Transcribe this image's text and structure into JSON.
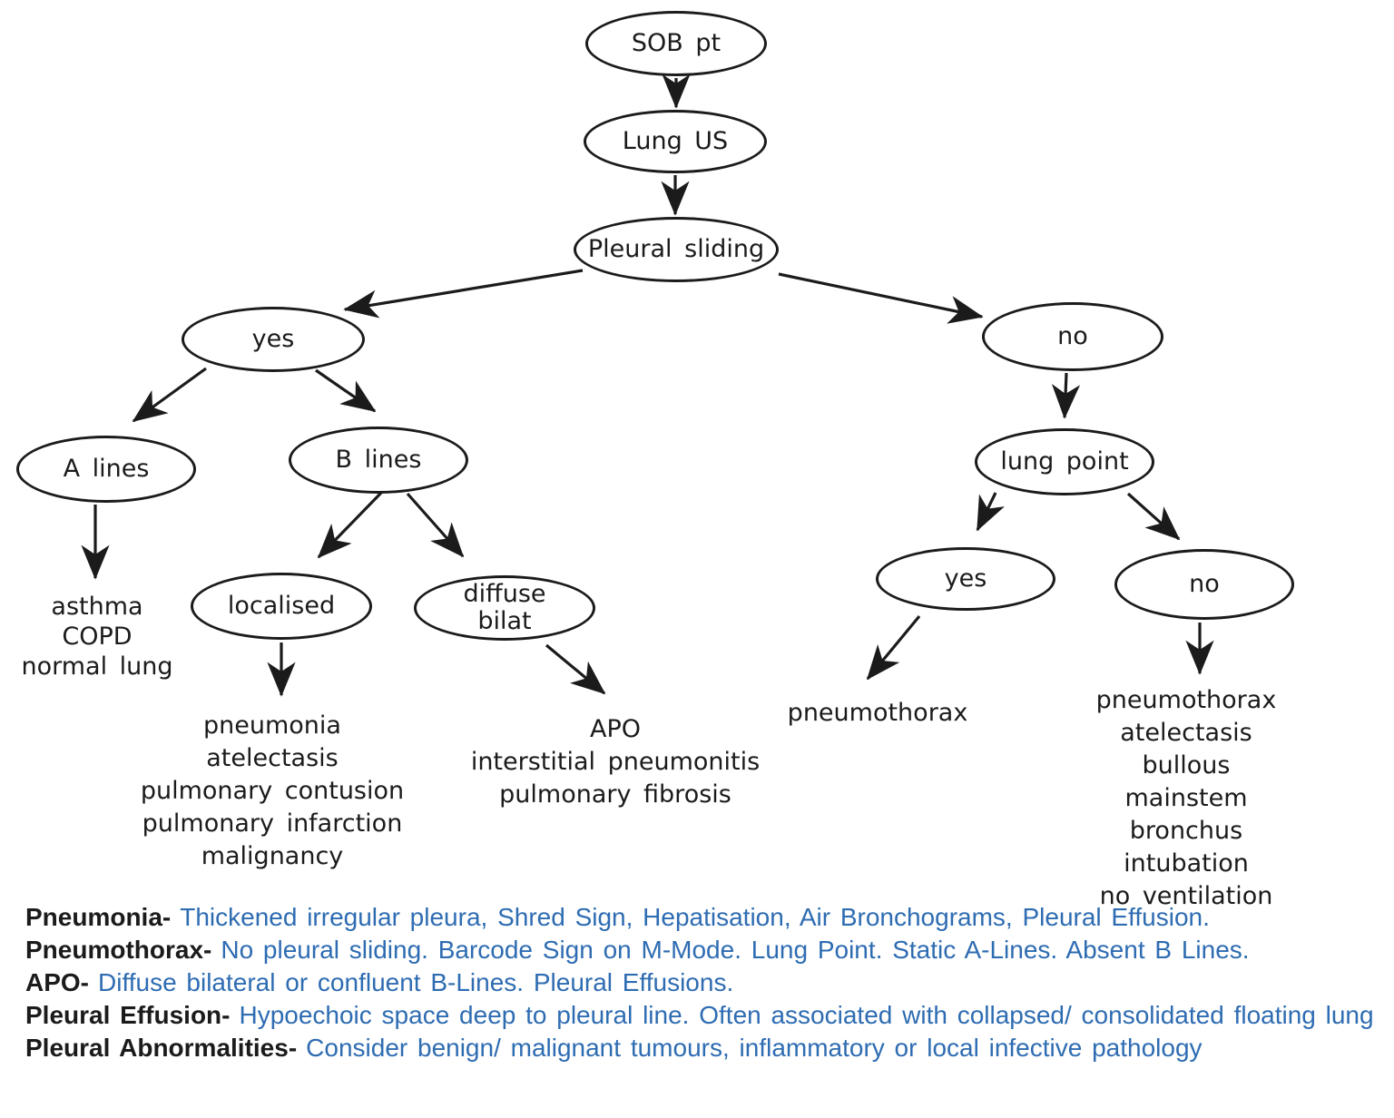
{
  "diagram": {
    "nodes": {
      "sob_pt": {
        "label": "SOB pt"
      },
      "lung_us": {
        "label": "Lung US"
      },
      "pleural_sliding": {
        "label": "Pleural sliding"
      },
      "sliding_yes": {
        "label": "yes"
      },
      "a_lines": {
        "label": "A lines"
      },
      "b_lines": {
        "label": "B lines"
      },
      "localised": {
        "label": "localised"
      },
      "diffuse_bilat": {
        "label": [
          "diffuse",
          "bilat"
        ]
      },
      "sliding_no": {
        "label": "no"
      },
      "lung_point": {
        "label": "lung point"
      },
      "lung_point_yes": {
        "label": "yes"
      },
      "lung_point_no": {
        "label": "no"
      }
    },
    "outcomes": {
      "a_lines": [
        "asthma",
        "COPD",
        "normal lung"
      ],
      "localised": [
        "pneumonia",
        "atelectasis",
        "pulmonary contusion",
        "pulmonary infarction",
        "malignancy"
      ],
      "diffuse_bilat": [
        "APO",
        "interstitial pneumonitis",
        "pulmonary fibrosis"
      ],
      "lung_point_yes": [
        "pneumothorax"
      ],
      "lung_point_no": [
        "pneumothorax",
        "atelectasis",
        "bullous",
        "mainstem bronchus intubation",
        "no ventilation"
      ]
    }
  },
  "legend": {
    "entries": [
      {
        "label": "Pneumonia-",
        "text": "Thickened irregular pleura, Shred Sign, Hepatisation, Air Bronchograms, Pleural Effusion."
      },
      {
        "label": "Pneumothorax-",
        "text": "No pleural sliding. Barcode Sign on M-Mode. Lung Point. Static A-Lines. Absent B Lines."
      },
      {
        "label": "APO-",
        "text": "Diffuse bilateral or confluent B-Lines. Pleural Effusions."
      },
      {
        "label": "Pleural Effusion-",
        "text": "Hypoechoic space deep to pleural line. Often associated with collapsed/ consolidated floating lung"
      },
      {
        "label": "Pleural Abnormalities-",
        "text": "Consider benign/ malignant tumours, inflammatory or local infective pathology"
      }
    ]
  },
  "colors": {
    "ink": "#1b1b1b",
    "legend_blue": "#2e6cb2",
    "background": "#ffffff"
  }
}
